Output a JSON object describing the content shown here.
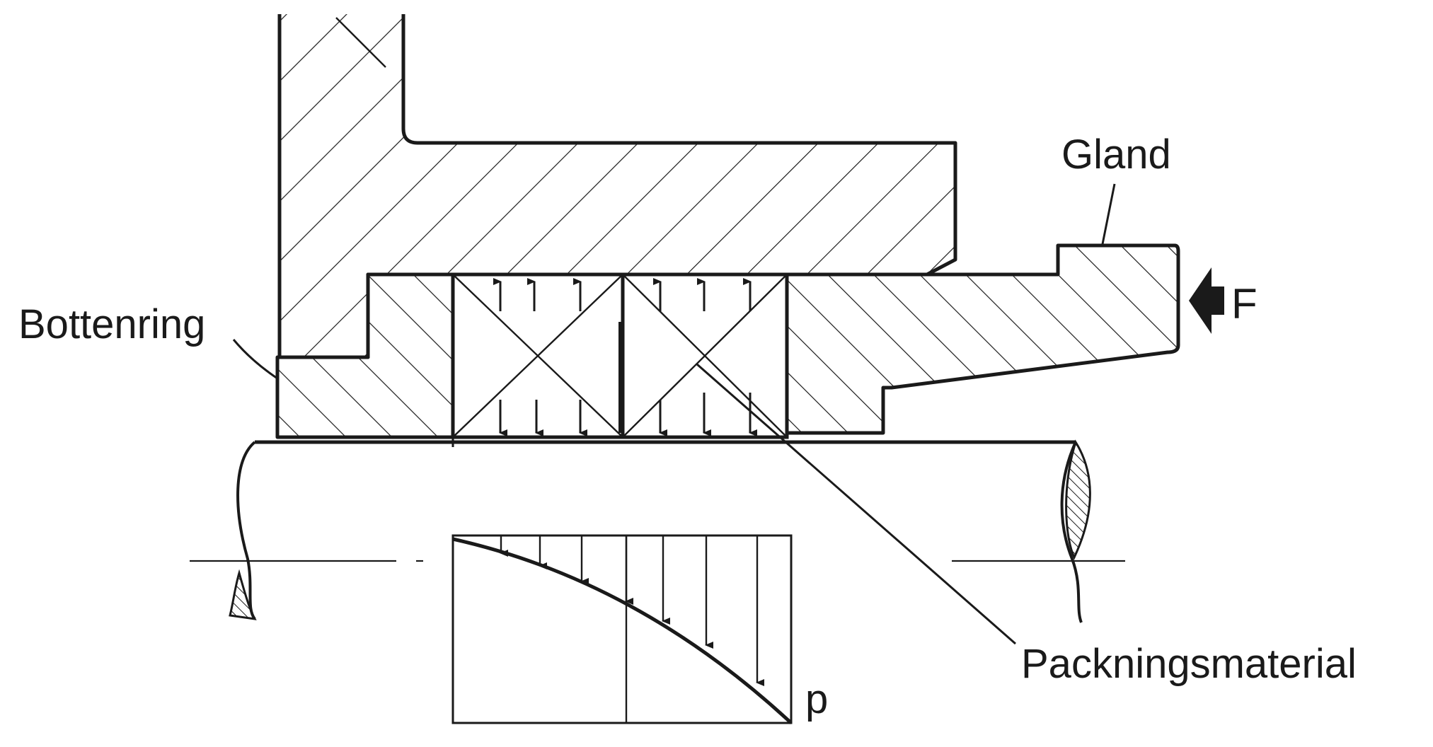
{
  "labels": {
    "gland": "Gland",
    "bottenring": "Bottenring",
    "packningsmaterial": "Packningsmaterial",
    "pressure": "p",
    "force": "F"
  },
  "colors": {
    "ink": "#1a1a1a",
    "background": "#ffffff"
  },
  "icons": {
    "force_arrow": "arrow-left-icon"
  }
}
